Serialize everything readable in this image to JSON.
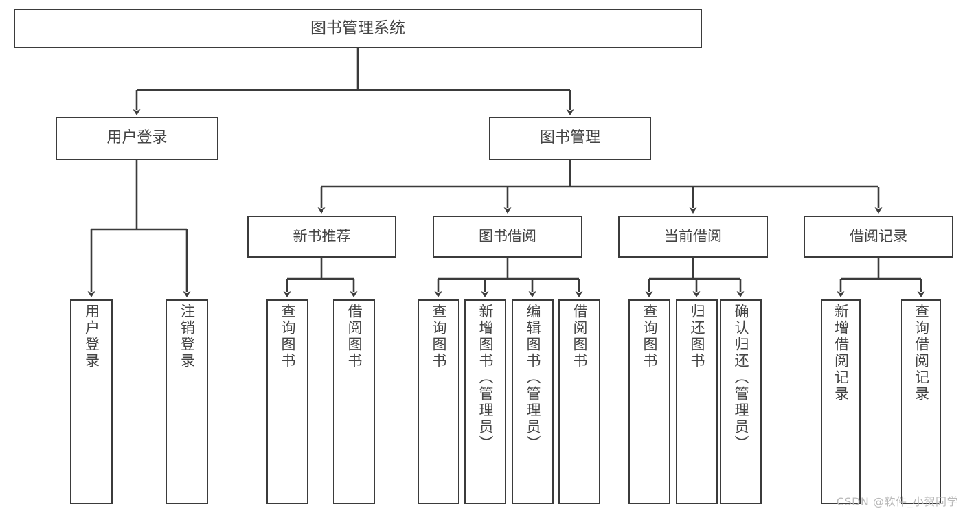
{
  "diagram": {
    "title": "图书管理系统",
    "type": "function-hierarchy-tree",
    "stroke_color": "#3b3b3b",
    "text_color": "#444444",
    "background_color": "#ffffff",
    "watermark": "CSDN @软件_小贺同学",
    "nodes": {
      "root": {
        "label": "图书管理系统"
      },
      "level1": [
        {
          "id": "user-login",
          "label": "用户登录"
        },
        {
          "id": "book-manage",
          "label": "图书管理"
        }
      ],
      "level2": [
        {
          "id": "new-book-recommend",
          "label": "新书推荐"
        },
        {
          "id": "book-borrow",
          "label": "图书借阅"
        },
        {
          "id": "current-borrow",
          "label": "当前借阅"
        },
        {
          "id": "borrow-record",
          "label": "借阅记录"
        }
      ],
      "leaves": [
        {
          "id": "leaf-user-login",
          "label": "用户登录",
          "parent": "user-login"
        },
        {
          "id": "leaf-logout",
          "label": "注销登录",
          "parent": "user-login"
        },
        {
          "id": "leaf-query-book-1",
          "label": "查询图书",
          "parent": "new-book-recommend"
        },
        {
          "id": "leaf-borrow-book-1",
          "label": "借阅图书",
          "parent": "new-book-recommend"
        },
        {
          "id": "leaf-query-book-2",
          "label": "查询图书",
          "parent": "book-borrow"
        },
        {
          "id": "leaf-add-book",
          "label": "新增图书（管理员）",
          "parent": "book-borrow"
        },
        {
          "id": "leaf-edit-book",
          "label": "编辑图书（管理员）",
          "parent": "book-borrow"
        },
        {
          "id": "leaf-borrow-book-2",
          "label": "借阅图书",
          "parent": "book-borrow"
        },
        {
          "id": "leaf-query-book-3",
          "label": "查询图书",
          "parent": "current-borrow"
        },
        {
          "id": "leaf-return-book",
          "label": "归还图书",
          "parent": "current-borrow"
        },
        {
          "id": "leaf-confirm-return",
          "label": "确认归还（管理员）",
          "parent": "current-borrow"
        },
        {
          "id": "leaf-add-record",
          "label": "新增借阅记录",
          "parent": "borrow-record"
        },
        {
          "id": "leaf-query-record",
          "label": "查询借阅记录",
          "parent": "borrow-record"
        }
      ]
    }
  }
}
